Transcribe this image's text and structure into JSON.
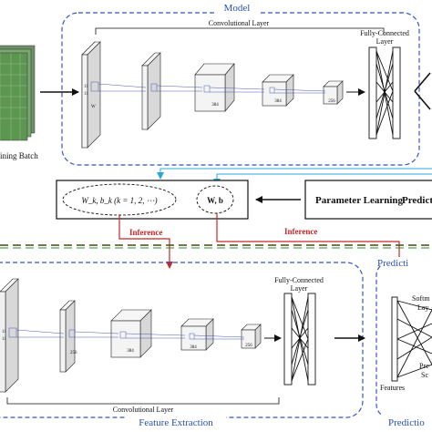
{
  "model": {
    "title": "Model",
    "conv_layer_label": "Convolutional Layer",
    "fc_label_line1": "Fully-Connected",
    "fc_label_line2": "Layer",
    "block_labels": [
      "W",
      "384",
      "384",
      "256"
    ],
    "first_block_small_labels": [
      "11",
      "11"
    ]
  },
  "training": {
    "caption": "ining Batch"
  },
  "parameters": {
    "formula_left": "W_k, b_k (k = 1, 2, ⋯)",
    "formula_right": "W, b",
    "learning_label": "Parameter Learning",
    "predict_partial": "Predicti"
  },
  "inference": {
    "label_left": "Inference",
    "label_right": "Inference"
  },
  "feature_extraction": {
    "title": "Feature Extraction",
    "conv_layer_label": "Convolutional Layer",
    "fc_label_line1": "Fully-Connected",
    "fc_label_line2": "Layer",
    "block_labels": [
      "256",
      "384",
      "384",
      "256"
    ],
    "first_block_small_labels": [
      "11",
      "11"
    ]
  },
  "prediction": {
    "title": "Predictio",
    "softmax_line1": "Softm",
    "softmax_line2": "Lay",
    "features_label": "Features",
    "pre_line1": "Pre",
    "pre_line2": "Sc"
  },
  "colors": {
    "blue_dashed": "#3355cc",
    "red_arrow": "#c62828",
    "cyan_arrow": "#29a8d8",
    "separator_dash": "#4a4a10",
    "separator_green": "#2e8b2e"
  }
}
